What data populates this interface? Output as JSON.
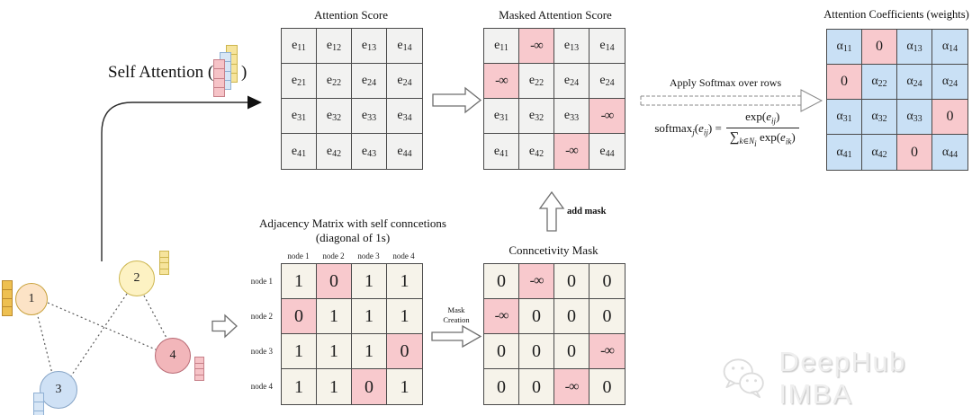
{
  "colors": {
    "cell_gray": "#f2f2f1",
    "cell_cream": "#f6f3ea",
    "cell_pink": "#f8c9cd",
    "cell_blue": "#c9e0f5",
    "node1_fill": "#fce3c6",
    "node2_fill": "#fdf2c3",
    "node3_fill": "#cfe1f5",
    "node4_fill": "#f2b6ba"
  },
  "self_attention": {
    "label": "Self Attention (",
    "close_paren": ")"
  },
  "graph": {
    "nodes": [
      {
        "label": "1"
      },
      {
        "label": "2"
      },
      {
        "label": "3"
      },
      {
        "label": "4"
      }
    ]
  },
  "matrices": {
    "attention_score": {
      "title": "Attention Score",
      "cells": [
        [
          "e_11",
          "e_12",
          "e_13",
          "e_14"
        ],
        [
          "e_21",
          "e_22",
          "e_24",
          "e_24"
        ],
        [
          "e_31",
          "e_32",
          "e_33",
          "e_34"
        ],
        [
          "e_41",
          "e_42",
          "e_43",
          "e_44"
        ]
      ],
      "bg": [
        [
          "g",
          "g",
          "g",
          "g"
        ],
        [
          "g",
          "g",
          "g",
          "g"
        ],
        [
          "g",
          "g",
          "g",
          "g"
        ],
        [
          "g",
          "g",
          "g",
          "g"
        ]
      ]
    },
    "masked_attention_score": {
      "title": "Masked Attention Score",
      "cells": [
        [
          "e_11",
          "-∞",
          "e_13",
          "e_14"
        ],
        [
          "-∞",
          "e_22",
          "e_24",
          "e_24"
        ],
        [
          "e_31",
          "e_32",
          "e_33",
          "-∞"
        ],
        [
          "e_41",
          "e_42",
          "-∞",
          "e_44"
        ]
      ],
      "bg": [
        [
          "g",
          "p",
          "g",
          "g"
        ],
        [
          "p",
          "g",
          "g",
          "g"
        ],
        [
          "g",
          "g",
          "g",
          "p"
        ],
        [
          "g",
          "g",
          "p",
          "g"
        ]
      ]
    },
    "attention_coefficients": {
      "title": "Attention Coefficients (weights)",
      "cells": [
        [
          "a_11",
          "0",
          "a_13",
          "a_14"
        ],
        [
          "0",
          "a_22",
          "a_24",
          "a_24"
        ],
        [
          "a_31",
          "a_32",
          "a_33",
          "0"
        ],
        [
          "a_41",
          "a_42",
          "0",
          "a_44"
        ]
      ],
      "bg": [
        [
          "b",
          "p",
          "b",
          "b"
        ],
        [
          "p",
          "b",
          "b",
          "b"
        ],
        [
          "b",
          "b",
          "b",
          "p"
        ],
        [
          "b",
          "b",
          "p",
          "b"
        ]
      ]
    },
    "adjacency": {
      "title_line1": "Adjacency Matrix with self conncetions",
      "title_line2": "(diagonal of 1s)",
      "col_headers": [
        "node 1",
        "node 2",
        "node 3",
        "node 4"
      ],
      "row_headers": [
        "node 1",
        "node 2",
        "node 3",
        "node 4"
      ],
      "cells": [
        [
          "1",
          "0",
          "1",
          "1"
        ],
        [
          "0",
          "1",
          "1",
          "1"
        ],
        [
          "1",
          "1",
          "1",
          "0"
        ],
        [
          "1",
          "1",
          "0",
          "1"
        ]
      ],
      "bg": [
        [
          "c",
          "p",
          "c",
          "c"
        ],
        [
          "p",
          "c",
          "c",
          "c"
        ],
        [
          "c",
          "c",
          "c",
          "p"
        ],
        [
          "c",
          "c",
          "p",
          "c"
        ]
      ]
    },
    "connectivity_mask": {
      "title": "Conncetivity Mask",
      "cells": [
        [
          "0",
          "-∞",
          "0",
          "0"
        ],
        [
          "-∞",
          "0",
          "0",
          "0"
        ],
        [
          "0",
          "0",
          "0",
          "-∞"
        ],
        [
          "0",
          "0",
          "-∞",
          "0"
        ]
      ],
      "bg": [
        [
          "c",
          "p",
          "c",
          "c"
        ],
        [
          "p",
          "c",
          "c",
          "c"
        ],
        [
          "c",
          "c",
          "c",
          "p"
        ],
        [
          "c",
          "c",
          "p",
          "c"
        ]
      ]
    }
  },
  "arrows": {
    "apply_softmax_label": "Apply Softmax over rows",
    "mask_creation_line1": "Mask",
    "mask_creation_line2": "Creation",
    "add_mask_label": "add mask"
  },
  "formula": {
    "lhs_fn": "softmax",
    "lhs_sub": "j",
    "open": "(",
    "lhs_var": "e",
    "lhs_var_sub": "ij",
    "close": ")",
    "equals": "=",
    "num_fn": "exp(",
    "num_var": "e",
    "num_sub": "ij",
    "num_close": ")",
    "sum": "∑",
    "sum_sub": "k∈N",
    "sum_sub_sub": "i",
    "den_fn": "exp(",
    "den_var": "e",
    "den_sub": "ik",
    "den_close": ")"
  },
  "watermark": {
    "text": "DeepHub IMBA"
  }
}
